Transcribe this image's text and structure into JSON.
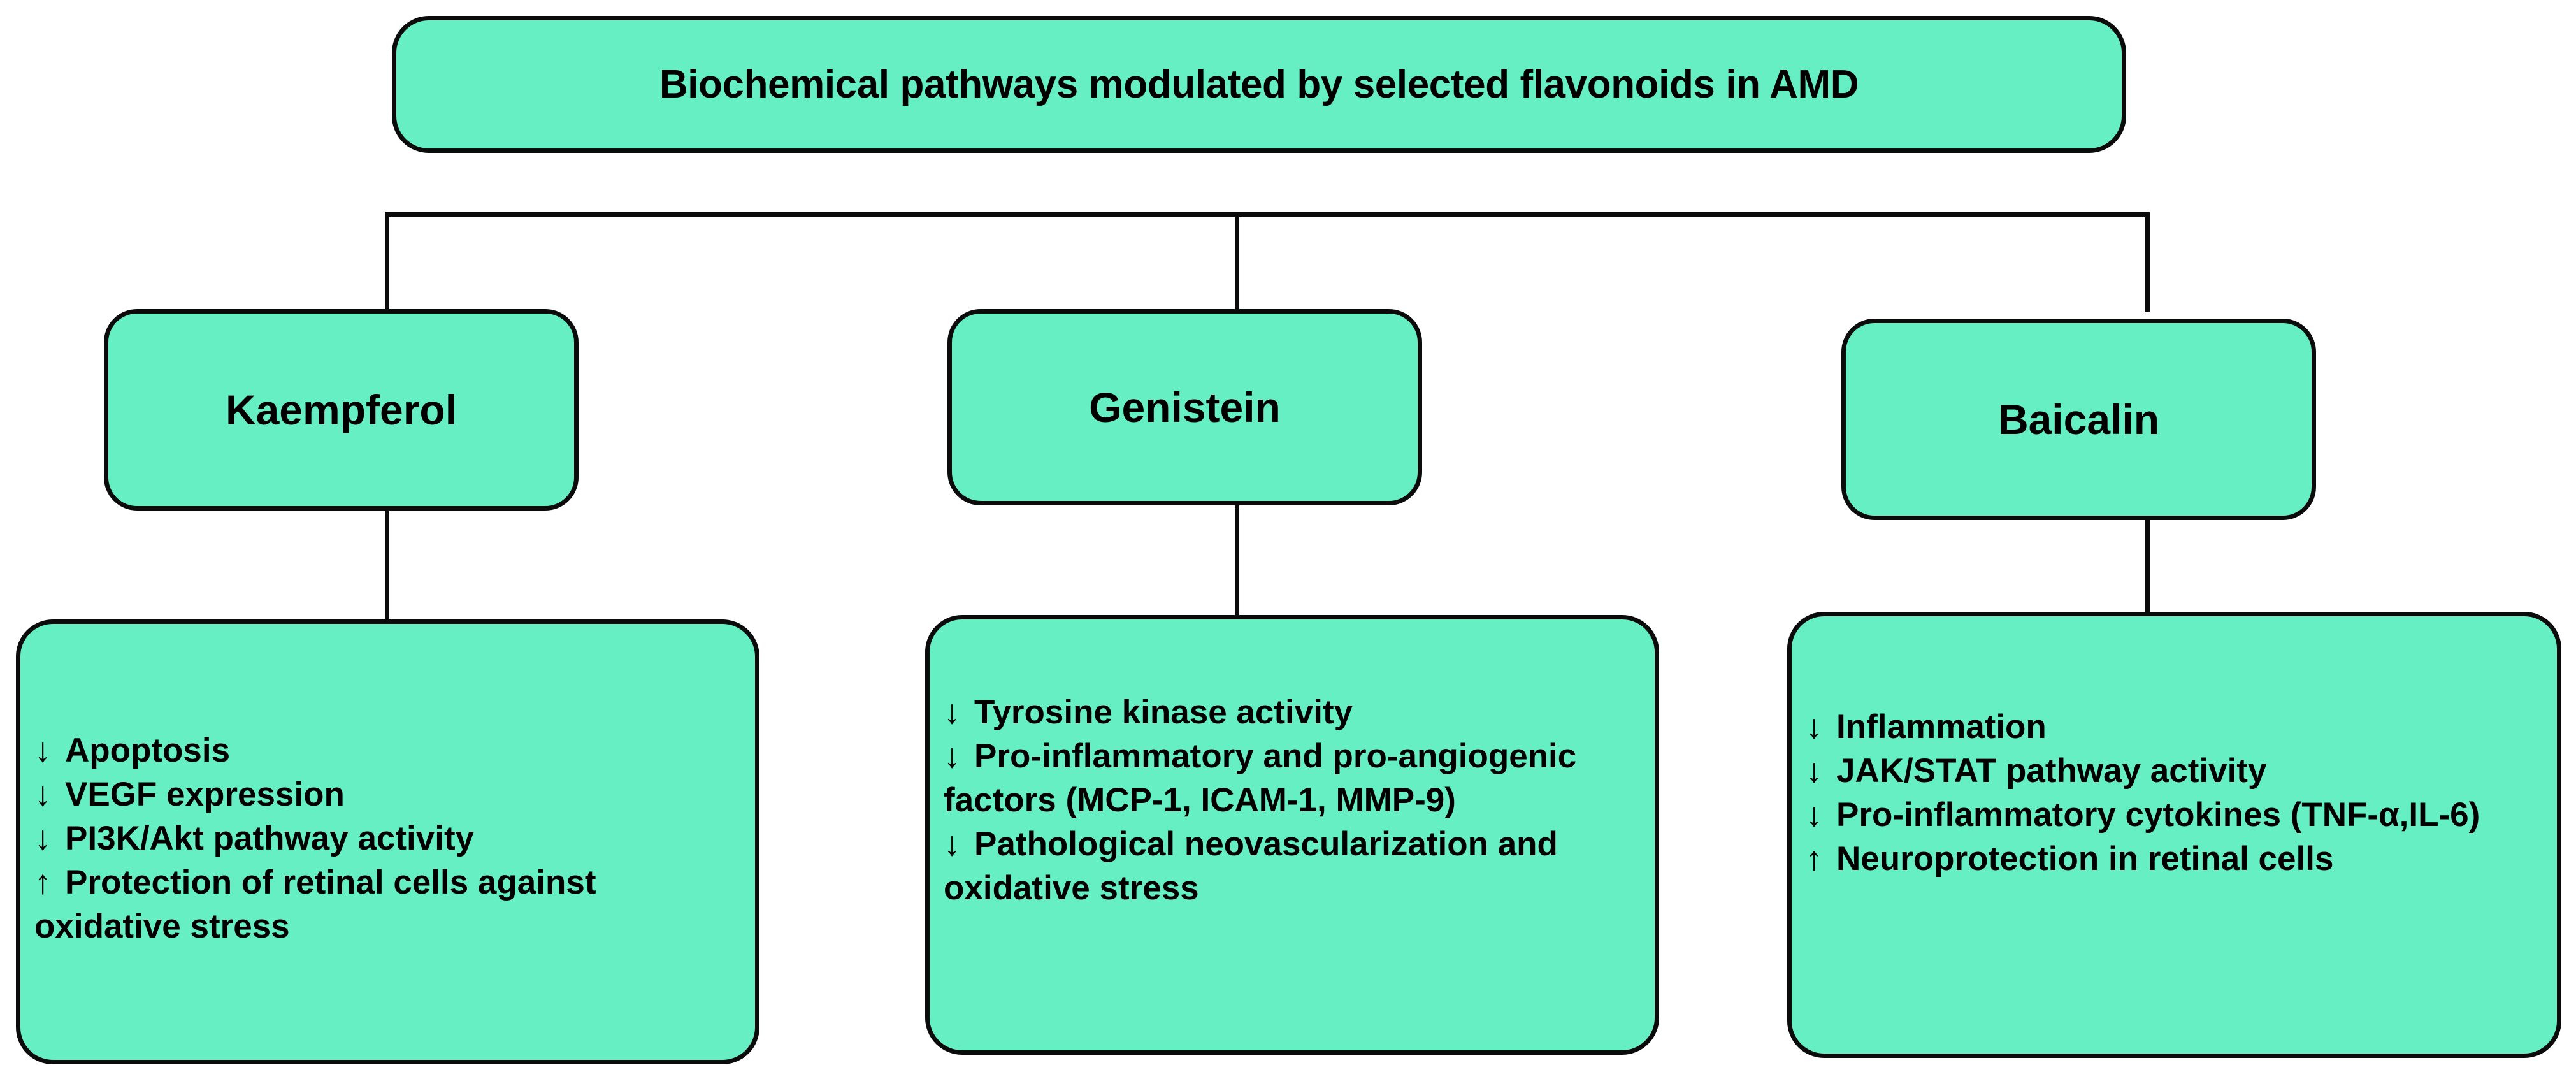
{
  "diagram": {
    "title": "Biochemical pathways modulated by selected flavonoids in AMD",
    "colors": {
      "node_fill": "#65EFC2",
      "node_border": "#0B0B0B",
      "text": "#000000",
      "background": "#FFFFFF",
      "connector": "#0B0B0B"
    },
    "arrows": {
      "down": "↓",
      "up": "↑"
    },
    "branches": [
      {
        "name": "Kaempferol",
        "effects": [
          {
            "direction": "↓",
            "text": "Apoptosis"
          },
          {
            "direction": "↓",
            "text": "VEGF expression"
          },
          {
            "direction": "↓",
            "text": "PI3K/Akt pathway activity"
          },
          {
            "direction": "↑",
            "text": "Protection of retinal cells against oxidative stress"
          }
        ]
      },
      {
        "name": "Genistein",
        "effects": [
          {
            "direction": "↓",
            "text": "Tyrosine kinase activity"
          },
          {
            "direction": "↓",
            "text": "Pro-inflammatory and pro-angiogenic factors (MCP-1, ICAM-1, MMP-9)"
          },
          {
            "direction": "↓",
            "text": "Pathological neovascularization and oxidative stress"
          }
        ]
      },
      {
        "name": "Baicalin",
        "effects": [
          {
            "direction": "↓",
            "text": "Inflammation"
          },
          {
            "direction": "↓",
            "text": "JAK/STAT pathway activity"
          },
          {
            "direction": "↓",
            "text": "Pro-inflammatory cytokines (TNF-α,IL-6)"
          },
          {
            "direction": "↑",
            "text": "Neuroprotection in retinal cells"
          }
        ]
      }
    ]
  }
}
